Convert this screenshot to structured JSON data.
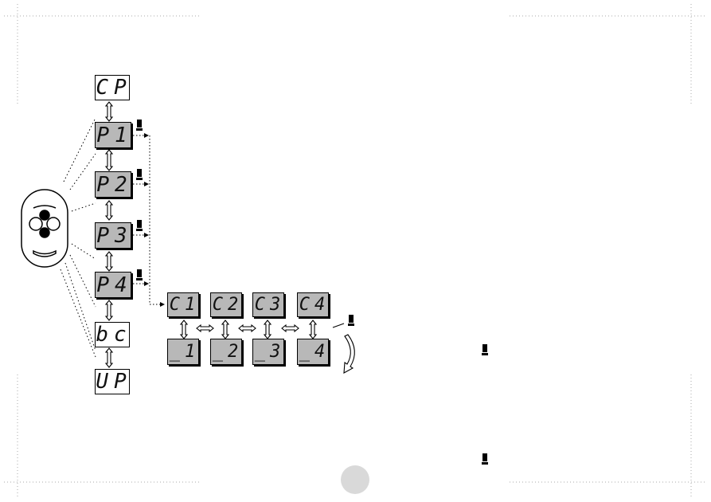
{
  "displays": {
    "cp": "CP",
    "p1": "P1",
    "p2": "P2",
    "p3": "P3",
    "p4": "P4",
    "bc": "bc",
    "up": "UP",
    "c1": "C1",
    "c2": "C2",
    "c3": "C3",
    "c4": "C4",
    "d1": "_1",
    "d2": "_2",
    "d3": "_3",
    "d4": "_4"
  },
  "icons": {
    "remote": "remote-control-icon",
    "press_button": "press-button-icon",
    "double_arrow": "double-arrow-icon",
    "rotate_arrow": "rotate-arrow-icon"
  },
  "colors": {
    "display_selected_bg": "#b8b8b8",
    "display_bg": "#ffffff",
    "line": "#000000",
    "page_circle": "#d9d9d9"
  }
}
